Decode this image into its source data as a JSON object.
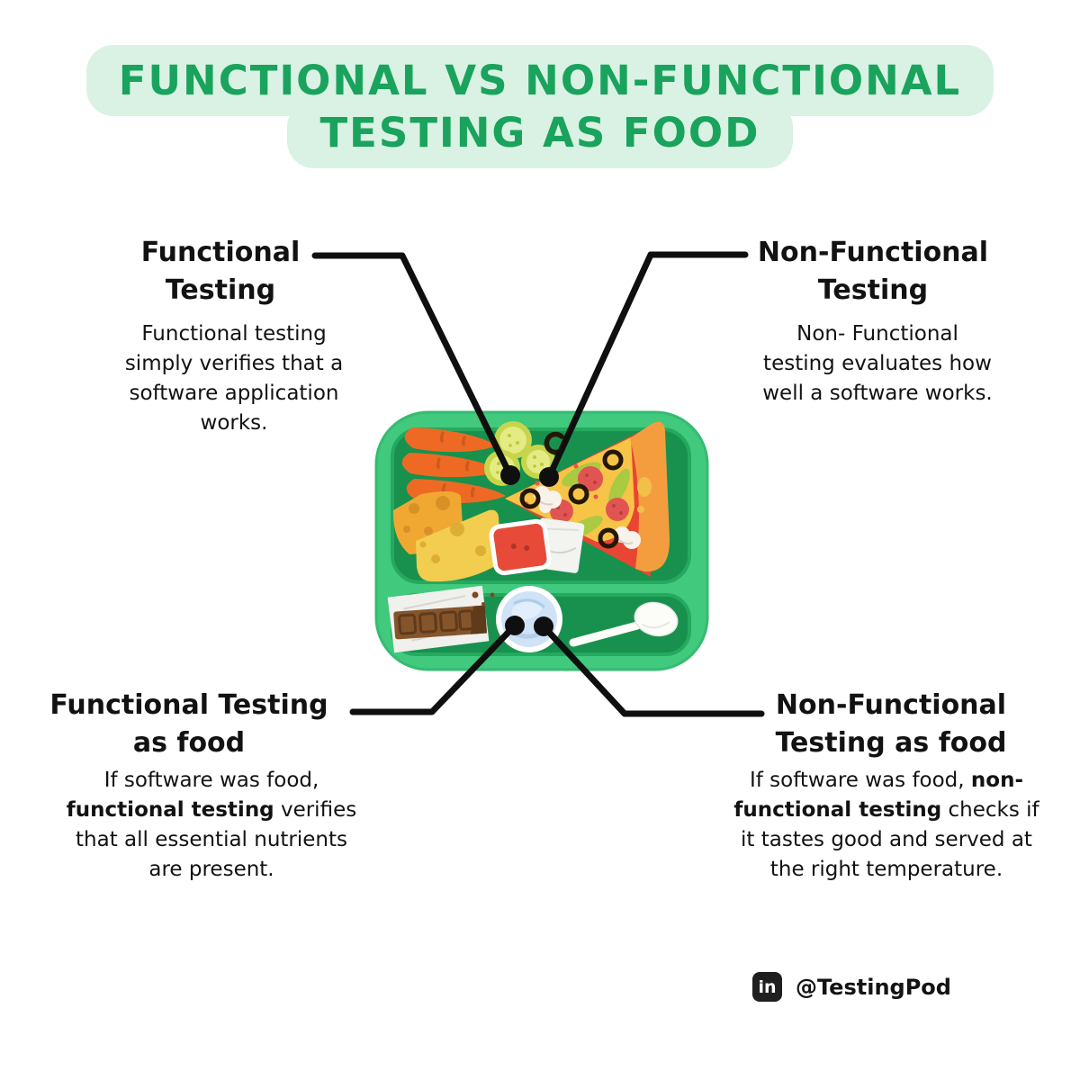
{
  "title": {
    "lines": [
      "FUNCTIONAL VS NON-FUNCTIONAL",
      "TESTING AS FOOD"
    ]
  },
  "colors": {
    "title_green": "#1aa35c",
    "title_highlight": "#d9f2e4",
    "tray_light_green": "#41c97e",
    "tray_dark_green": "#18914e",
    "connector_black": "#0f0f0f"
  },
  "sections": {
    "functional": {
      "heading_lines": [
        "Functional",
        "Testing"
      ],
      "body_segments": [
        {
          "t": "Functional testing"
        },
        {
          "br": true
        },
        {
          "t": "simply verifies that a"
        },
        {
          "br": true
        },
        {
          "t": "software application"
        },
        {
          "br": true
        },
        {
          "t": "works."
        }
      ]
    },
    "non_functional": {
      "heading_lines": [
        "Non-Functional",
        "Testing"
      ],
      "body_segments": [
        {
          "t": "Non- Functional"
        },
        {
          "br": true
        },
        {
          "t": "testing evaluates how"
        },
        {
          "br": true
        },
        {
          "t": "well a software works."
        }
      ]
    },
    "functional_food": {
      "heading_lines": [
        "Functional Testing",
        "as food"
      ],
      "body_segments": [
        {
          "t": "If software was food,"
        },
        {
          "br": true
        },
        {
          "t": "functional testing",
          "b": true
        },
        {
          "t": " verifies"
        },
        {
          "br": true
        },
        {
          "t": "that all essential nutrients"
        },
        {
          "br": true
        },
        {
          "t": "are present."
        }
      ]
    },
    "non_functional_food": {
      "heading_lines": [
        "Non-Functional",
        "Testing as food"
      ],
      "body_segments": [
        {
          "t": "If software was food, "
        },
        {
          "t": "non-",
          "b": true
        },
        {
          "br": true
        },
        {
          "t": "functional testing",
          "b": true
        },
        {
          "t": " checks if"
        },
        {
          "br": true
        },
        {
          "t": "it tastes good and served at"
        },
        {
          "br": true
        },
        {
          "t": "the right temperature."
        }
      ]
    }
  },
  "illustration": {
    "items": [
      "lunch-tray",
      "carrots",
      "cucumber-slices",
      "olive-ring",
      "cheese-wedges",
      "pizza-slice",
      "ketchup-packet",
      "napkin",
      "chocolate-bar",
      "plate",
      "spoon"
    ]
  },
  "footer": {
    "linkedin_icon_text": "in",
    "handle": "@TestingPod"
  }
}
